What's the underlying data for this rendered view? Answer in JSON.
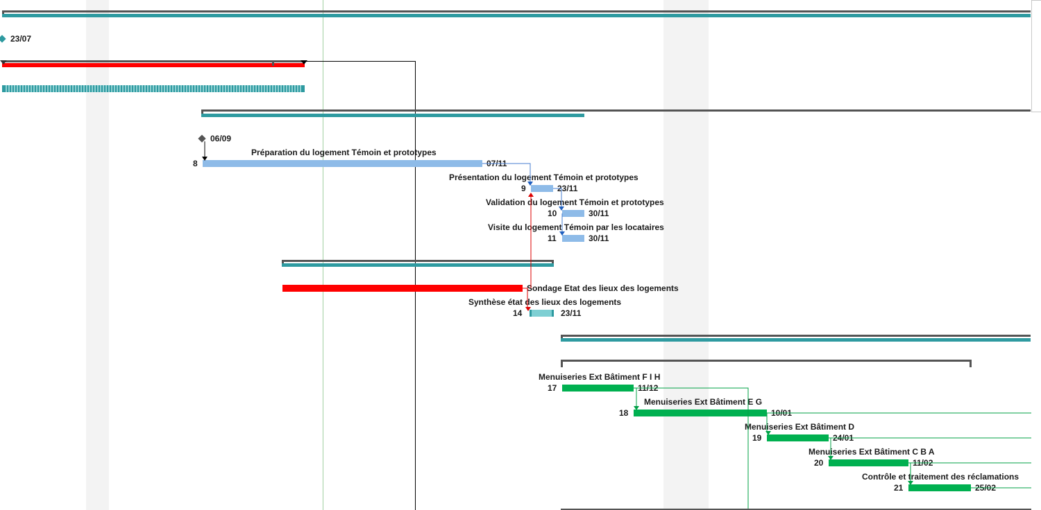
{
  "milestones": {
    "m1": {
      "date": "23/07",
      "color": "#2e9aa0"
    },
    "m2": {
      "date": "06/09",
      "color": "#555555"
    }
  },
  "tasks": [
    {
      "id": "8",
      "name": "Préparation du logement Témoin et prototypes",
      "end": "07/11"
    },
    {
      "id": "9",
      "name": "Présentation du logement Témoin et prototypes",
      "end": "23/11"
    },
    {
      "id": "10",
      "name": "Validation du logement Témoin et prototypes",
      "end": "30/11"
    },
    {
      "id": "11",
      "name": "Visite du logement Témoin par les locataires",
      "end": "30/11"
    },
    {
      "id": "13",
      "name": "Sondage Etat des lieux des logements"
    },
    {
      "id": "14",
      "name": "Synthèse état des lieux des logements",
      "end": "23/11"
    },
    {
      "id": "17",
      "name": "Menuiseries Ext Bâtiment F I H",
      "end": "11/12"
    },
    {
      "id": "18",
      "name": "Menuiseries Ext Bâtiment E G",
      "end": "10/01"
    },
    {
      "id": "19",
      "name": "Menuiseries Ext Bâtiment D",
      "end": "24/01"
    },
    {
      "id": "20",
      "name": "Menuiseries Ext Bâtiment C B A",
      "end": "11/02"
    },
    {
      "id": "21",
      "name": "Contrôle et traitement des réclamations",
      "end": "25/02"
    }
  ],
  "colors": {
    "summary": "#545454",
    "summary_fill": "#2e9aa0",
    "task_blue": "#8ebbe8",
    "task_green": "#00b050",
    "critical_red": "#ff0000",
    "weekend_shade": "#f3f3f3",
    "today_line": "#9fcf9f"
  }
}
